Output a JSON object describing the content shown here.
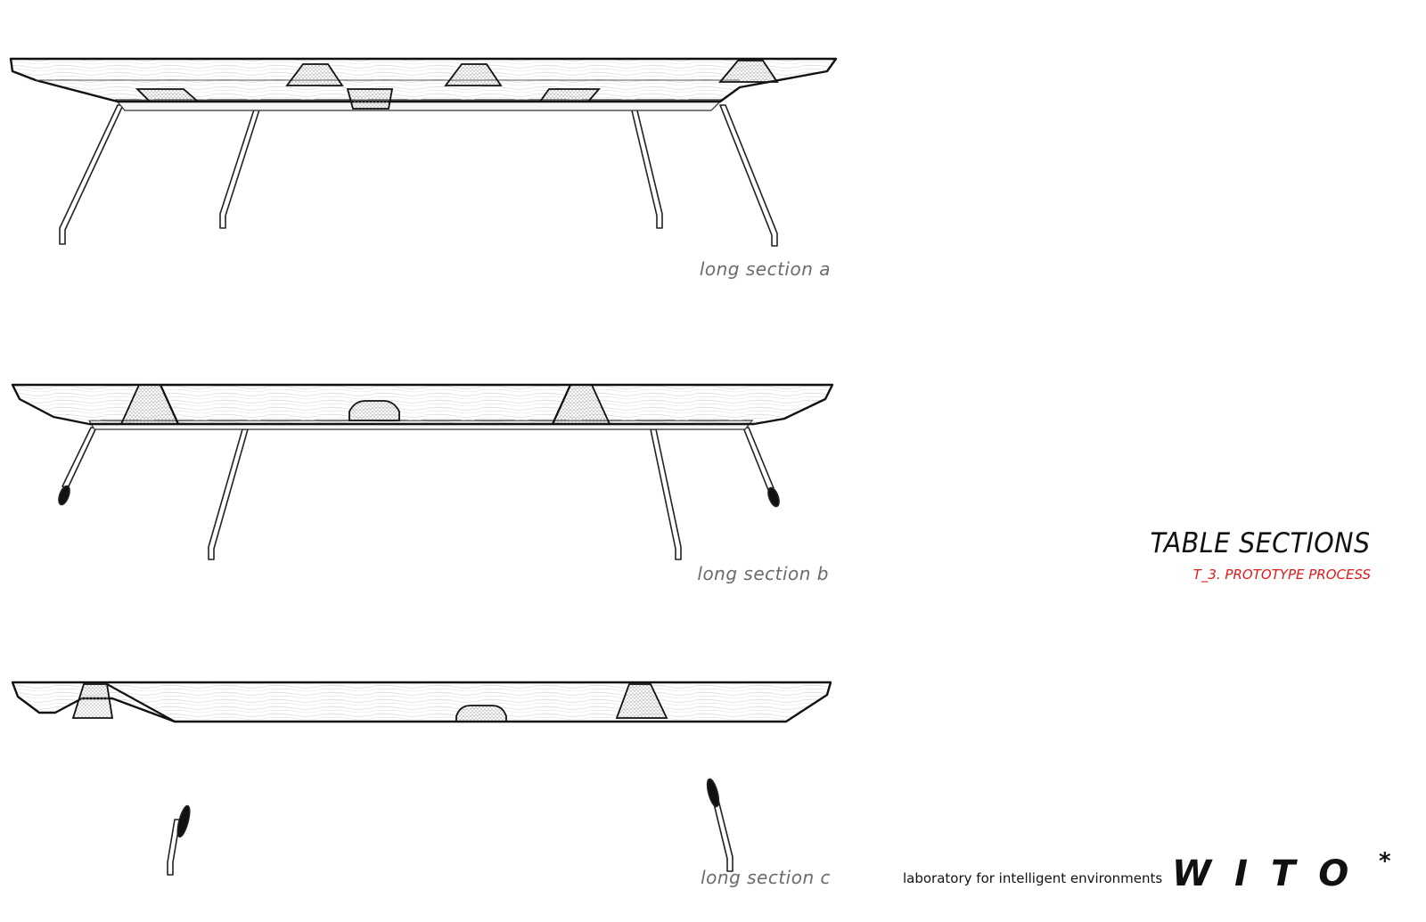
{
  "sections": {
    "a": {
      "caption": "long section a"
    },
    "b": {
      "caption": "long section b"
    },
    "c": {
      "caption": "long section c"
    }
  },
  "title": {
    "main": "TABLE SECTIONS",
    "sub": "T_3. PROTOTYPE PROCESS"
  },
  "footer": {
    "lab": "laboratory for intelligent environments",
    "logo": "WITO",
    "logo_mark": "*"
  },
  "colors": {
    "accent": "#e01818",
    "ink": "#111111",
    "caption": "#6b6b6b"
  }
}
